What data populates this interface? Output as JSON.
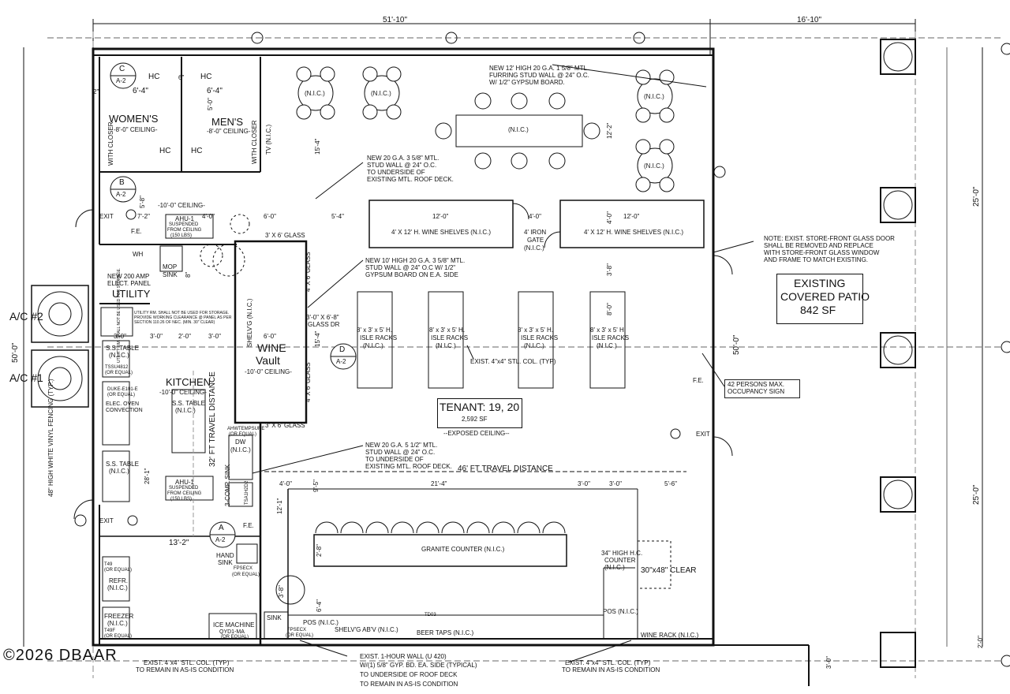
{
  "dimensions": {
    "top_main": "51'-10\"",
    "top_patio": "16'-10\"",
    "left_total": "50'-0\"",
    "right_patio_top": "25'-0\"",
    "right_patio_bottom": "25'-0\"",
    "right_mid": "50'-0\"",
    "right_small_1": "2'-0\"",
    "right_small_2": "3'-0\"",
    "women_width": "6'-4\"",
    "men_width": "6'-4\"",
    "men_depth": "5'-0\"",
    "two_ft": "2\"",
    "six_in": "6\"",
    "women_b": "5'-8\"",
    "exit_1": "7'-2\"",
    "ten_ft": "4'-0\"",
    "six_ft": "6'-0\"",
    "five_four": "5'-4\"",
    "fifteen_four_a": "15'-4\"",
    "fifteen_four_b": "15'-4\"",
    "twelve_two": "12'-2\"",
    "shelf_12_a": "12'-0\"",
    "gate_4": "4'-0\"",
    "shelf_12_b": "12'-0\"",
    "four_zero_v": "4'-0\"",
    "three_eight_v": "3'-8\"",
    "eight_zero_v": "8'-0\"",
    "k_3a": "3'-0\"",
    "k_3b": "3'-0\"",
    "k_2": "2'-0\"",
    "k_3c": "3'-0\"",
    "vault_6": "6'-0\"",
    "vault_door": "3'-0\" X 6'-8\"",
    "vault_door2": "GLASS DR",
    "twenty_eight": "28'-1\"",
    "thirteen_two": "13'-2\"",
    "twelve_one": "12'-1\"",
    "nine_five": "9'-5\"",
    "c_4": "4'-0\"",
    "c_21": "21'-4\"",
    "c_3a": "3'-0\"",
    "c_3b": "3'-0\"",
    "c_56": "5'-6\"",
    "two_eight": "2'-8\"",
    "three_eight": "3'-8\"",
    "six_four": "6'-4\"",
    "mop_8": "8\""
  },
  "rooms": {
    "women": "WOMEN'S",
    "women_ceiling": "-8'-0\" CEILING-",
    "men": "MEN'S",
    "men_ceiling": "-8'-0\" CEILING-",
    "utility": "UTILITY",
    "utility_note_1": "UTILITY RM. SHALL NOT BE USED FOR STORAGE.",
    "utility_note_2": "PROVIDE WORKING CLEARANCE @ PANEL AS PER",
    "utility_note_3": "SECTION 110.26 OF NEC. (MIN. 30\" CLEAR)",
    "kitchen": "KITCHEN",
    "kitchen_ceiling": "-10'-0\" CEILING-",
    "wine_vault_1": "WINE",
    "wine_vault_2": "Vault",
    "vault_ceiling": "-10'-0\" CEILING-",
    "ceiling_10": "-10'-0\" CEILING-",
    "patio_1": "EXISTING",
    "patio_2": "COVERED PATIO",
    "patio_3": "842 SF",
    "tenant": "TENANT: 19, 20",
    "tenant_sf": "2,592 SF",
    "exposed": "--EXPOSED CEILING--"
  },
  "fixtures": {
    "hc": "HC",
    "with_closer": "WITH CLOSER",
    "tv": "TV (N.I.C.)",
    "nic": "(N.I.C.)",
    "wine_shelves": "4' X 12' H. WINE SHELVES (N.I.C.)",
    "iron_gate_1": "4' IRON",
    "iron_gate_2": "GATE",
    "isle_1": "8' x 3' x 5' H.",
    "isle_2": "ISLE RACKS",
    "isle_3": "(N.I.C.)",
    "mop_1": "MOP",
    "mop_2": "SINK",
    "wh": "WH",
    "fe": "F.E.",
    "exit": "EXIT",
    "panel_1": "NEW 200 AMP",
    "panel_2": "ELECT. PANEL",
    "ahu_1": "AHU-1",
    "ahu_2": "SUSPENDED",
    "ahu_3": "FROM CEILING",
    "ahu_4": "(150 LBS)",
    "ss_table": "S.S. TABLE",
    "ss_nic": "(N.I.C.)",
    "tssu": "TSSU4812",
    "or_equal": "(OR EQUAL)",
    "duke": "DUKE-E101-E",
    "oven_1": "ELEC. OVEN",
    "oven_2": "CONVECTION",
    "tempsure": "AHWTEMPSURE",
    "dw": "DW",
    "comp_sink": "3-COMP. SINK",
    "tsa": "TSA1H2D2",
    "shelv_vault": "SHELV'G (N.I.C.)",
    "glass_3x6": "3' X 6' GLASS",
    "glass_4x6": "4' X 6' GLASS",
    "hand_sink_1": "HAND",
    "hand_sink_2": "SINK",
    "fpsecx": "FPSECX",
    "t49": "T49",
    "refr": "REFR.",
    "freezer": "FREEZER",
    "t49f": "T49F",
    "ice_1": "ICE MACHINE",
    "ice_2": "QYD1-MA",
    "sink": "SINK",
    "pos": "POS (N.I.C.)",
    "shelv_abv": "SHELV'G AB'V (N.I.C.)",
    "beer_taps": "BEER TAPS (N.I.C.)",
    "td03": "TD03",
    "granite": "GRANITE COUNTER (N.I.C.)",
    "hc_counter_1": "34\" HIGH H.C.",
    "hc_counter_2": "COUNTER",
    "clear": "30\"x48\" CLEAR",
    "wine_rack": "WINE RACK (N.I.C.)",
    "col_typ": "EXIST. 4\"x4\" STL. COL. (TYP)"
  },
  "notes": {
    "furring_1": "NEW 12' HIGH 20 G.A. 1 5/8\" MTL.",
    "furring_2": "FURRING STUD WALL @ 24\" O.C.",
    "furring_3": "W/ 1/2\" GYPSUM BOARD.",
    "stud_1": "NEW 20 G.A. 3 5/8\" MTL.",
    "stud_2": "STUD WALL @ 24\" O.C.",
    "stud_3": "TO UNDERSIDE OF",
    "stud_4": "EXISTING MTL. ROOF DECK.",
    "ten_1": "NEW 10' HIGH 20 G.A. 3 5/8\" MTL.",
    "ten_2": "STUD WALL @ 24\" O.C W/ 1/2\"",
    "ten_3": "GYPSUM BOARD ON E.A. SIDE",
    "stud5_1": "NEW 20 G.A. 5 1/2\" MTL.",
    "stud5_2": "STUD WALL @ 24\" O.C.",
    "stud5_3": "TO UNDERSIDE OF",
    "stud5_4": "EXISTING MTL. ROOF DECK.",
    "travel_46": "46' FT TRAVEL DISTANCE",
    "travel_32": "32' FT TRAVEL DISTANCE",
    "storefront_1": "NOTE: EXIST. STORE-FRONT GLASS DOOR",
    "storefront_2": "SHALL BE REMOVED AND REPLACE",
    "storefront_3": "WITH STORE-FRONT GLASS WINDOW",
    "storefront_4": "AND FRAME TO MATCH EXISTING.",
    "occupancy_1": "42 PERSONS MAX.",
    "occupancy_2": "OCCUPANCY SIGN",
    "col_left_1": "EXIST. 4\"x4\" STL. COL. (TYP)",
    "col_left_2": "TO REMAIN IN AS-IS CONDITION",
    "wall_1": "EXIST. 1-HOUR WALL (U 420)",
    "wall_2": "W/(1) 5/8\" GYP. BD. EA. SIDE (TYPICAL)",
    "wall_3": "TO UNDERSIDE OF ROOF DECK",
    "wall_4": "TO REMAIN IN AS-IS CONDITION",
    "col_right_1": "EXIST. 4\"x4\" STL. COL. (TYP)",
    "col_right_2": "TO REMAIN IN AS-IS CONDITION",
    "fencing": "48\" HIGH WHITE VINYL FENCING (TYP.)",
    "ac2": "A/C #2",
    "ac1": "A/C #1"
  },
  "section_marks": {
    "a": "A",
    "b": "B",
    "c": "C",
    "d": "D",
    "sheet": "A-2"
  },
  "watermark": "©2026 DBAAR"
}
